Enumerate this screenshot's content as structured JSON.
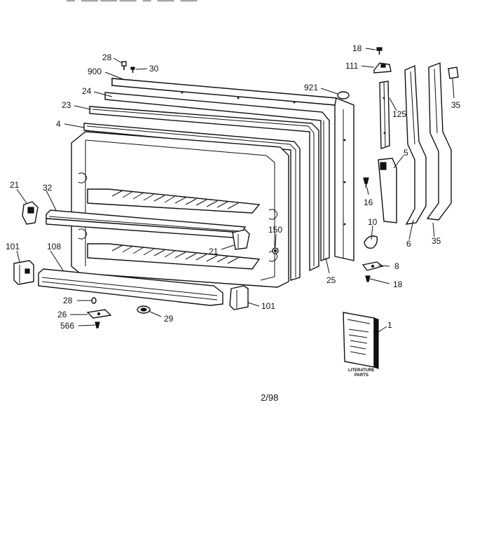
{
  "header_fragment": "—  ' ——  ——  ——  '  —  '  ——  ' ——",
  "callouts": {
    "c28_top": "28",
    "c30": "30",
    "c900": "900",
    "c24": "24",
    "c23": "23",
    "c4": "4",
    "c921": "921",
    "c18_top": "18",
    "c111": "111",
    "c125": "125",
    "c35_top": "35",
    "c5": "5",
    "c16": "16",
    "c21_left": "21",
    "c32": "32",
    "c150": "150",
    "c21_mid": "21",
    "c10": "10",
    "c6": "6",
    "c35_bottom": "35",
    "c101_left": "101",
    "c108": "108",
    "c25": "25",
    "c8": "8",
    "c18_bottom": "18",
    "c28_bottom": "28",
    "c26": "26",
    "c566": "566",
    "c29": "29",
    "c101_right": "101",
    "c1": "1"
  },
  "literature_label_line1": "LITERATURE",
  "literature_label_line2": "PARTS",
  "revision_date": "2/98"
}
